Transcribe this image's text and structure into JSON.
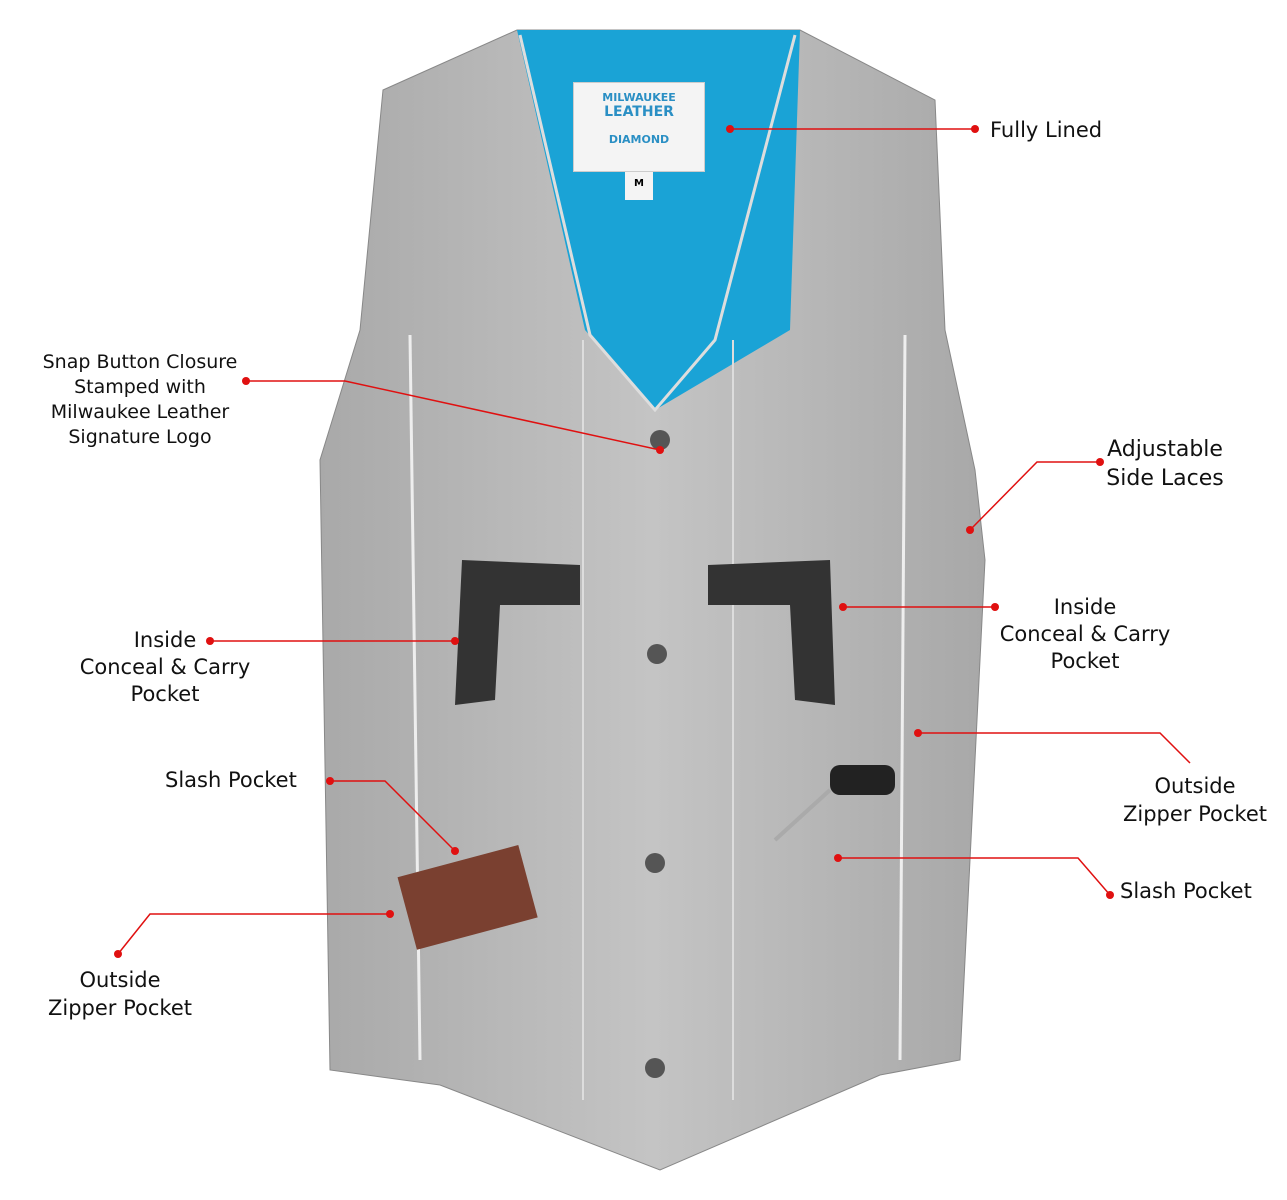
{
  "brand_tag": {
    "line1": "MILWAUKEE",
    "line2": "LEATHER",
    "sub": "DIAMOND",
    "size": "M"
  },
  "colors": {
    "leather": "#b9b9b9",
    "lining": "#1aa3d6",
    "callout": "#e01010"
  },
  "callouts": [
    {
      "id": "fully-lined",
      "text": "Fully Lined"
    },
    {
      "id": "snap-button",
      "text": "Snap Button Closure\nStamped with\nMilwaukee Leather\nSignature Logo"
    },
    {
      "id": "side-laces",
      "text": "Adjustable\nSide Laces"
    },
    {
      "id": "inside-right",
      "text": "Inside\nConceal & Carry\nPocket"
    },
    {
      "id": "inside-left",
      "text": "Inside\nConceal & Carry\nPocket"
    },
    {
      "id": "zipper-right",
      "text": "Outside\nZipper Pocket"
    },
    {
      "id": "slash-left",
      "text": "Slash Pocket"
    },
    {
      "id": "slash-right",
      "text": "Slash Pocket"
    },
    {
      "id": "zipper-left",
      "text": "Outside\nZipper Pocket"
    }
  ]
}
